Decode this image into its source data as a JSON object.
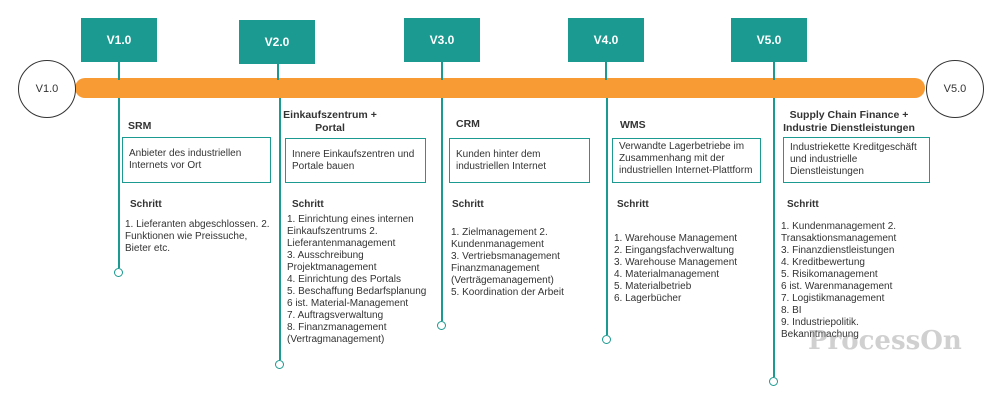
{
  "versions": [
    "V1.0",
    "V2.0",
    "V3.0",
    "V4.0",
    "V5.0"
  ],
  "endpoints": {
    "start": "V1.0",
    "end": "V5.0"
  },
  "columns": [
    {
      "title": "SRM",
      "desc": "Anbieter des industriellen Internets vor Ort",
      "step_label": "Schritt",
      "steps": "1. Lieferanten abgeschlossen. 2. Funktionen wie Preissuche, Bieter etc."
    },
    {
      "title": "Einkaufszentrum + Portal",
      "desc": "Innere Einkaufszentren und Portale bauen",
      "step_label": "Schritt",
      "steps": "1. Einrichtung eines internen Einkaufszentrums 2. Lieferantenmanagement\n3. Ausschreibung Projektmanagement\n4. Einrichtung des Portals\n5. Beschaffung Bedarfsplanung\n6 ist. Material-Management\n7. Auftragsverwaltung\n8. Finanzmanagement (Vertragmanagement)"
    },
    {
      "title": "CRM",
      "desc": "Kunden hinter dem industriellen Internet",
      "step_label": "Schritt",
      "steps": "1. Zielmanagement 2. Kundenmanagement\n3. Vertriebsmanagement Finanzmanagement (Verträgemanagement)\n5. Koordination der Arbeit"
    },
    {
      "title": "WMS",
      "desc": "Verwandte Lagerbetriebe im Zusammenhang mit der industriellen Internet-Plattform",
      "step_label": "Schritt",
      "steps": "1. Warehouse Management\n2. Eingangsfachverwaltung\n3. Warehouse Management\n4. Materialmanagement\n5. Materialbetrieb\n6. Lagerbücher"
    },
    {
      "title": "Supply Chain Finance + Industrie Dienstleistungen",
      "desc": "Industriekette Kreditgeschäft und industrielle Dienstleistungen",
      "step_label": "Schritt",
      "steps": "1. Kundenmanagement 2. Transaktionsmanagement\n3. Finanzdienstleistungen\n4. Kreditbewertung\n5. Risikomanagement\n6 ist. Warenmanagement\n7. Logistikmanagement\n8. BI\n9. Industriepolitik. Bekanntmachung"
    }
  ],
  "watermark": "ProcessOn",
  "colors": {
    "teal": "#1a9a90",
    "orange": "#f89b34"
  }
}
